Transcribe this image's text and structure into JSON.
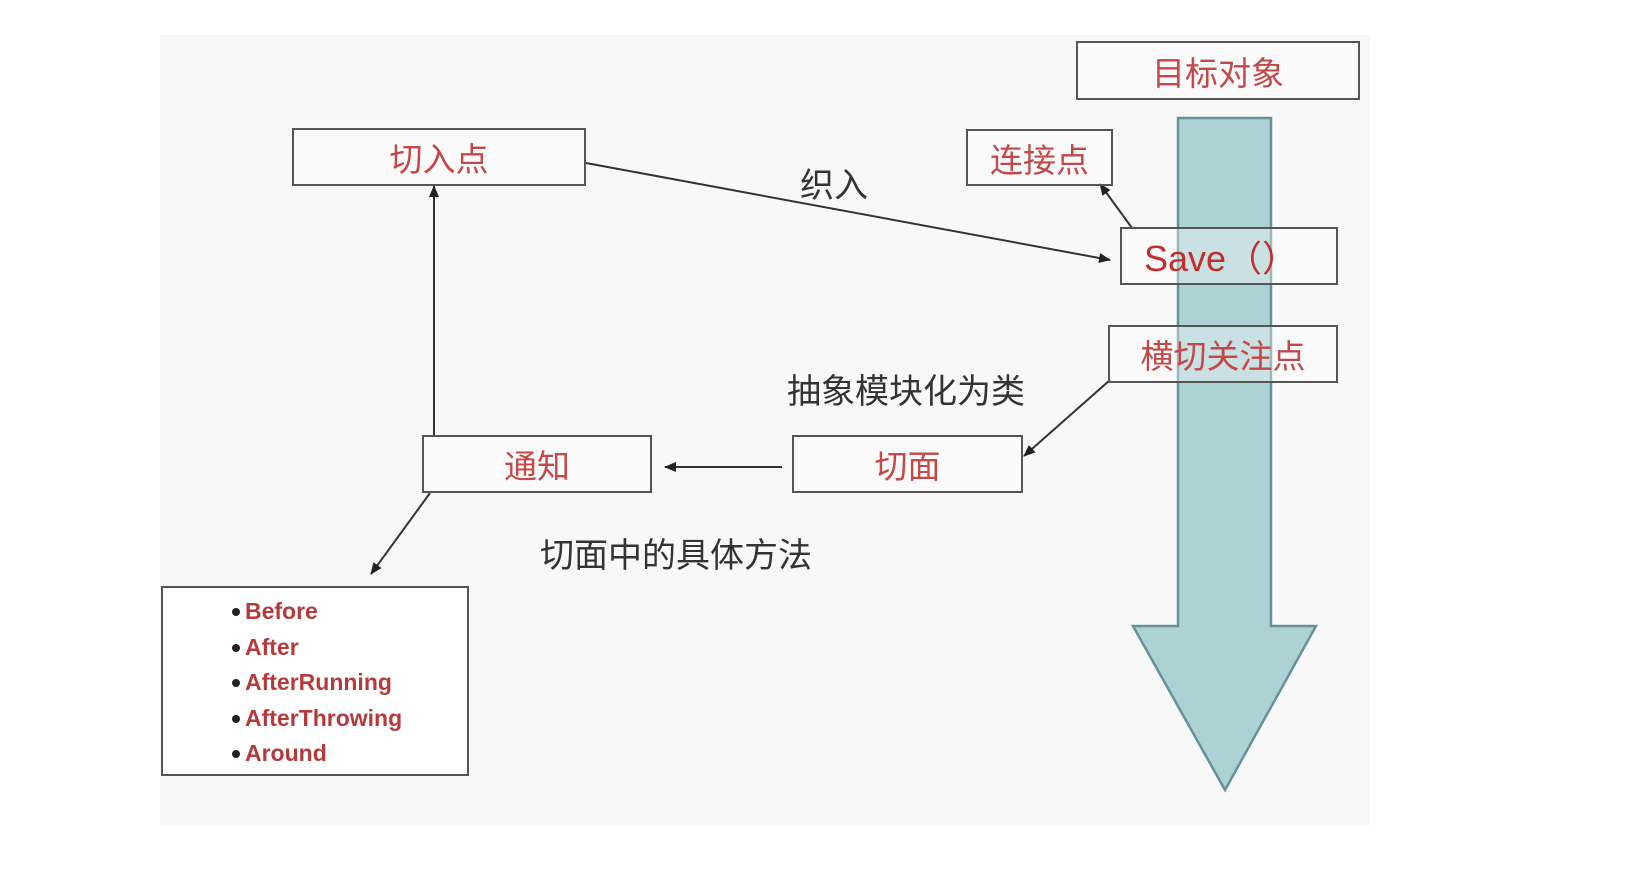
{
  "nodes": {
    "target_object": "目标对象",
    "pointcut": "切入点",
    "join_point": "连接点",
    "save_method": "Save（）",
    "crosscutting_concern": "横切关注点",
    "aspect": "切面",
    "advice": "通知"
  },
  "edge_labels": {
    "weaving": "织入",
    "abstract_modularize": "抽象模块化为类",
    "aspect_method": "切面中的具体方法"
  },
  "advice_types": [
    "Before",
    "After",
    "AfterRunning",
    "AfterThrowing",
    "Around"
  ],
  "colors": {
    "node_text": "#c44848",
    "arrow_fill": "#a8d0d2",
    "arrow_stroke": "#5f8d92",
    "line": "#333333"
  }
}
